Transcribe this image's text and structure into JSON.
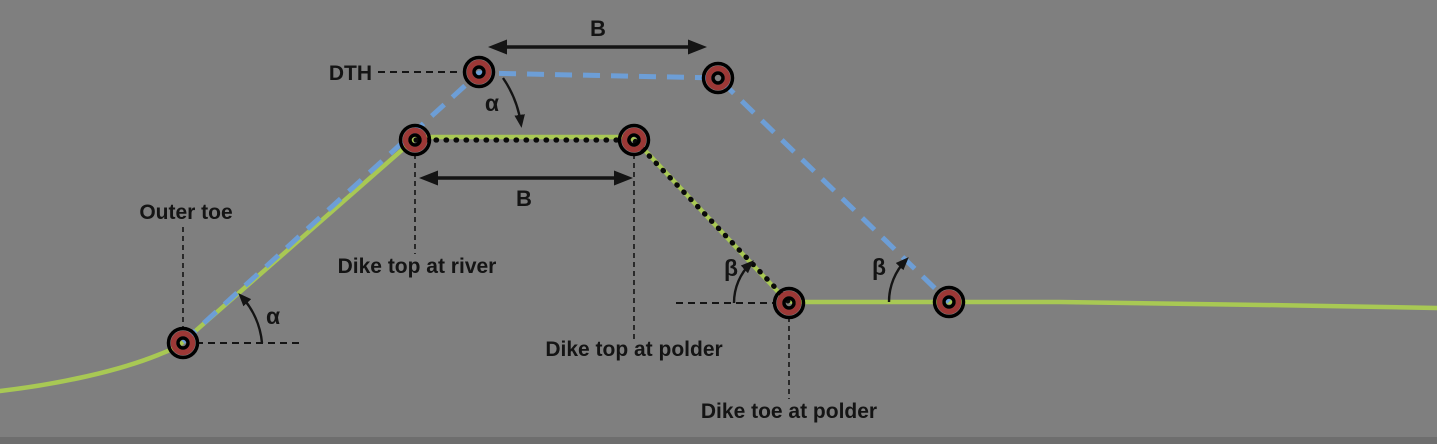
{
  "colors": {
    "background": "#7f7f7f",
    "bottom_strip": "#6e6e6e",
    "terrain_line": "#a8c854",
    "profile_line": "#6d9ed6",
    "crest_line": "#0a0a0a",
    "marker_ring": "#9c3836",
    "marker_outline": "#000000",
    "annotation": "#141414"
  },
  "labels": {
    "dth": "DTH",
    "width_top": "B",
    "width_crest": "B",
    "alpha_outer": "α",
    "alpha_crest": "α",
    "beta_crest_toe": "β",
    "beta_profile_toe": "β",
    "outer_toe": "Outer toe",
    "dike_top_at_river": "Dike top at river",
    "dike_top_at_polder": "Dike top at polder",
    "dike_toe_at_polder": "Dike toe at polder"
  }
}
